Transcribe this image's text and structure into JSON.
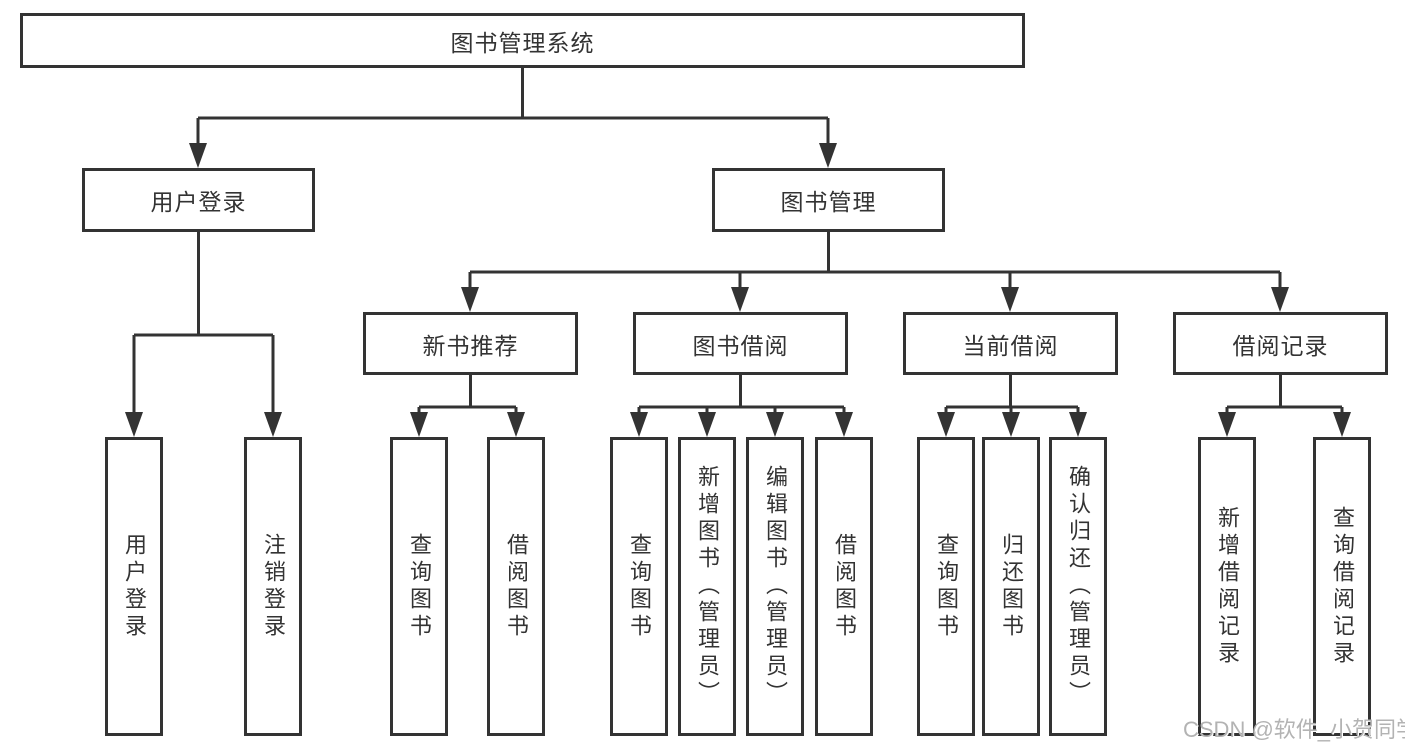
{
  "diagram": {
    "root": {
      "label": "图书管理系统"
    },
    "branches": [
      {
        "label": "用户登录",
        "children": [
          {
            "label": "用户登录"
          },
          {
            "label": "注销登录"
          }
        ]
      },
      {
        "label": "图书管理",
        "children": [
          {
            "label": "新书推荐",
            "children": [
              {
                "label": "查询图书"
              },
              {
                "label": "借阅图书"
              }
            ]
          },
          {
            "label": "图书借阅",
            "children": [
              {
                "label": "查询图书"
              },
              {
                "label": "新增图书（管理员）"
              },
              {
                "label": "编辑图书（管理员）"
              },
              {
                "label": "借阅图书"
              }
            ]
          },
          {
            "label": "当前借阅",
            "children": [
              {
                "label": "查询图书"
              },
              {
                "label": "归还图书"
              },
              {
                "label": "确认归还（管理员）"
              }
            ]
          },
          {
            "label": "借阅记录",
            "children": [
              {
                "label": "新增借阅记录"
              },
              {
                "label": "查询借阅记录"
              }
            ]
          }
        ]
      }
    ]
  },
  "watermark": {
    "text": "CSDN @软件_小贺同学"
  },
  "colors": {
    "line": "#333333",
    "box_border": "#333333",
    "text": "#333333",
    "watermark": "#b3b3b3",
    "background": "#ffffff"
  }
}
